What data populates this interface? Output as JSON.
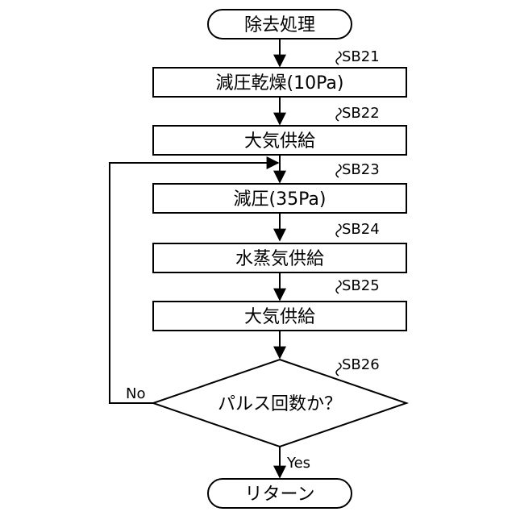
{
  "flow": {
    "start": {
      "label": "除去処理"
    },
    "steps": [
      {
        "id": "SB21",
        "label": "減圧乾燥(10Pa)"
      },
      {
        "id": "SB22",
        "label": "大気供給"
      },
      {
        "id": "SB23",
        "label": "減圧(35Pa)"
      },
      {
        "id": "SB24",
        "label": "水蒸気供給"
      },
      {
        "id": "SB25",
        "label": "大気供給"
      }
    ],
    "decision": {
      "id": "SB26",
      "label": "パルス回数か？",
      "no_label": "No",
      "yes_label": "Yes"
    },
    "end": {
      "label": "リターン"
    }
  },
  "colors": {
    "stroke": "#000000",
    "fill": "#ffffff"
  }
}
